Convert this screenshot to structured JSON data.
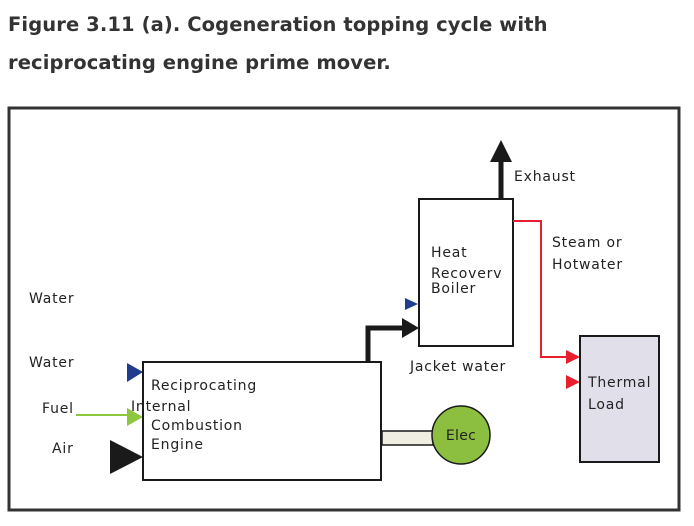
{
  "figure": {
    "title_line1": "Figure 3.11 (a). Cogeneration topping cycle with",
    "title_line2": "reciprocating engine prime mover."
  },
  "labels": {
    "water_top": "Water",
    "water": "Water",
    "fuel": "Fuel",
    "air": "Air",
    "engine_line1": "Reciprocating",
    "engine_line2": "Internal",
    "engine_line3": "Combustion",
    "engine_line4": "Engine",
    "boiler_line1": "Heat",
    "boiler_line2": "Recoverv",
    "boiler_line3": "Boiler",
    "exhaust": "Exhaust",
    "steam_line1": "Steam or",
    "steam_line2": "Hotwater",
    "jacket_water": "Jacket water",
    "thermal_line1": "Thermal",
    "thermal_line2": "Load",
    "elec": "Elec"
  },
  "colors": {
    "water_arrow": "#1f3d8c",
    "fuel_arrow": "#8dc63f",
    "air_arrow": "#1a1a1a",
    "steam_line": "#e8202e",
    "thermal_fill": "#e0dfea",
    "elec_fill": "#8cbf3f",
    "shaft_fill": "#f0ede2"
  }
}
